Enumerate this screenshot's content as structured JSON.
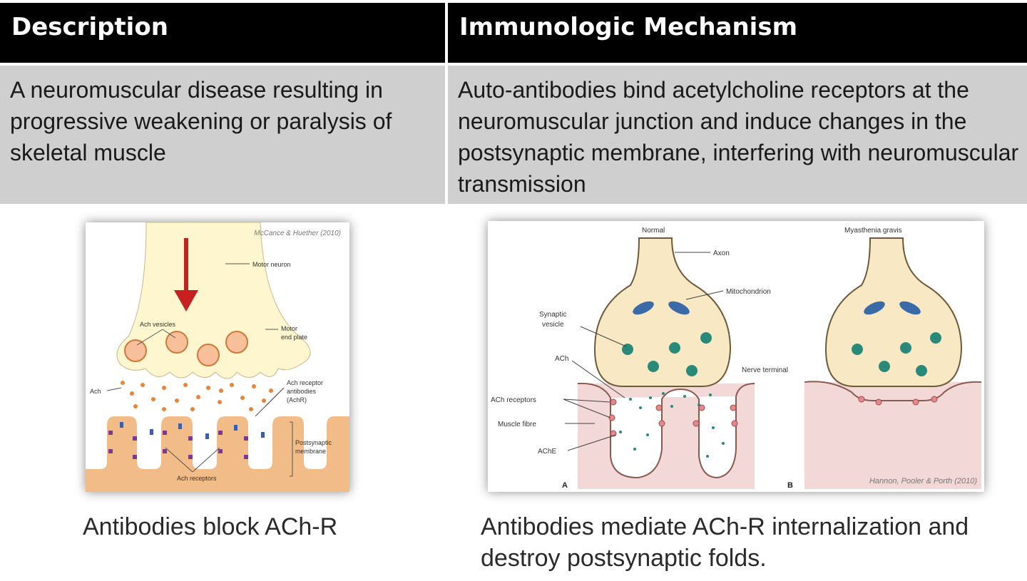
{
  "table": {
    "headers": [
      "Description",
      "Immunologic Mechanism"
    ],
    "row": {
      "description": "A neuromuscular disease resulting in progressive weakening or paralysis of skeletal muscle",
      "mechanism": "Auto-antibodies bind acetylcholine receptors at the neuromuscular junction and induce changes in the postsynaptic membrane, interfering with neuromuscular transmission"
    }
  },
  "figure_left": {
    "credit": "McCance & Huether (2010)",
    "labels": {
      "motor_neuron": "Motor neuron",
      "ach_vesicles": "Ach vesicles",
      "motor_end_plate_1": "Motor",
      "motor_end_plate_2": "end plate",
      "ach": "Ach",
      "receptor_antibodies_1": "Ach receptor",
      "receptor_antibodies_2": "antibodies",
      "receptor_antibodies_3": "(AchR)",
      "postsynaptic_1": "Postsynaptic",
      "postsynaptic_2": "membrane",
      "ach_receptors": "Ach receptors"
    },
    "caption": "Antibodies block ACh-R"
  },
  "figure_right": {
    "credit": "Hannon, Pooler & Porth (2010)",
    "labels": {
      "normal": "Normal",
      "myasthenia": "Myasthenia gravis",
      "axon": "Axon",
      "mitochondrion": "Mitochondrion",
      "synaptic_vesicle_1": "Synaptic",
      "synaptic_vesicle_2": "vesicle",
      "ach": "ACh",
      "nerve_terminal": "Nerve terminal",
      "ach_receptors": "ACh receptors",
      "muscle_fibre": "Muscle fibre",
      "ache": "AChE",
      "panel_a": "A",
      "panel_b": "B"
    },
    "caption_line1": "Antibodies mediate ACh-R internalization and",
    "caption_line2": "destroy postsynaptic folds."
  }
}
